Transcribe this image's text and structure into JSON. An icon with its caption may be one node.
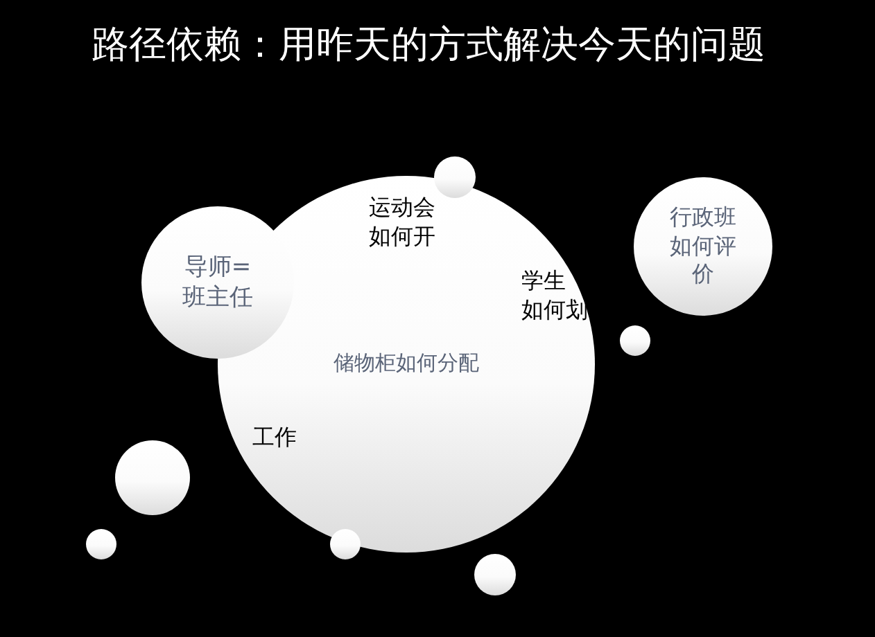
{
  "diagram": {
    "title": "路径依赖：用昨天的方式解决今天的问题",
    "nodes": [
      {
        "text": [
          "储物柜如何分配"
        ]
      },
      {
        "text": [
          "导师=班主任"
        ]
      },
      {
        "text": [
          "行政班如何评价"
        ]
      },
      {
        "text": [],
        "shape": "circle"
      },
      {
        "text": [],
        "shape": "circle"
      },
      {
        "text": [],
        "shape": "circle"
      },
      {
        "text": [],
        "shape": "circle"
      },
      {
        "text": [],
        "shape": "circle"
      },
      {
        "text": [],
        "shape": "circle"
      }
    ],
    "labels": [
      "运动会如何开",
      "学生",
      "如何划",
      "工作"
    ]
  }
}
